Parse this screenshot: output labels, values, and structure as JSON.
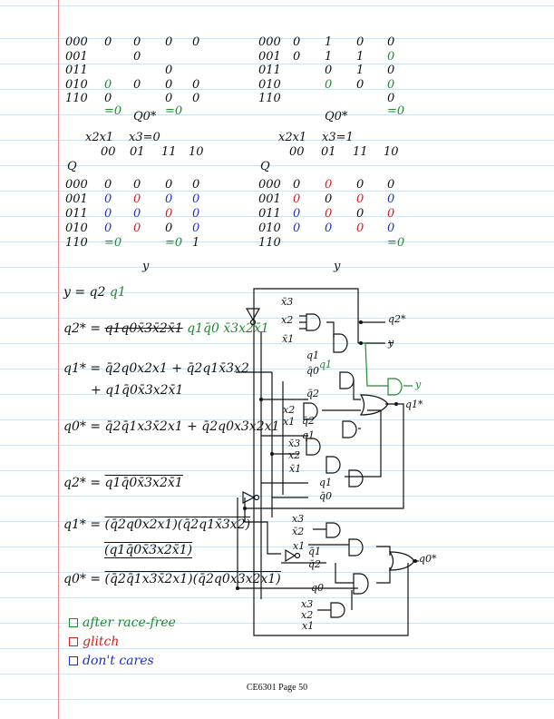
{
  "footer": "CE6301 Page 50",
  "table_left": {
    "rows": [
      "000",
      "001",
      "011",
      "010",
      "110"
    ],
    "cells": [
      [
        "0",
        "0",
        "0",
        "0"
      ],
      [
        "",
        "0",
        "",
        ""
      ],
      [
        "",
        "",
        "0",
        ""
      ],
      [
        "0",
        "0",
        "0",
        "0"
      ],
      [
        "0",
        "",
        "0",
        "0"
      ]
    ],
    "colors": [
      [
        "k",
        "k",
        "k",
        "k"
      ],
      [
        "k",
        "k",
        "k",
        "k"
      ],
      [
        "k",
        "k",
        "k",
        "k"
      ],
      [
        "g",
        "k",
        "k",
        "k"
      ],
      [
        "k",
        "k",
        "k",
        "k"
      ]
    ],
    "below": [
      "=0",
      "",
      "=0",
      ""
    ],
    "label": "Q0*"
  },
  "table_right": {
    "rows": [
      "000",
      "001",
      "011",
      "010",
      "110"
    ],
    "cells": [
      [
        "0",
        "1",
        "0",
        "0"
      ],
      [
        "0",
        "1",
        "1",
        "0"
      ],
      [
        "",
        "0",
        "1",
        "0"
      ],
      [
        "",
        "0",
        "0",
        "0"
      ],
      [
        "",
        "",
        "",
        "0"
      ]
    ],
    "colors": [
      [
        "k",
        "k",
        "k",
        "k"
      ],
      [
        "k",
        "k",
        "k",
        "g"
      ],
      [
        "k",
        "k",
        "k",
        "k"
      ],
      [
        "k",
        "g",
        "k",
        "g"
      ],
      [
        "k",
        "k",
        "k",
        "k"
      ]
    ],
    "below": [
      "",
      "",
      "",
      "=0"
    ],
    "label": "Q0*"
  },
  "kmap_left": {
    "vars": "x2x1",
    "cond": "x3=0",
    "q": "Q",
    "cols": [
      "00",
      "01",
      "11",
      "10"
    ],
    "rows": [
      "000",
      "001",
      "011",
      "010",
      "110"
    ],
    "cells": [
      [
        "0",
        "0",
        "0",
        "0"
      ],
      [
        "0",
        "0",
        "0",
        "0"
      ],
      [
        "0",
        "0",
        "0",
        "0"
      ],
      [
        "0",
        "0",
        "0",
        "0"
      ],
      [
        "=0",
        "",
        "=0",
        "1"
      ]
    ],
    "colors": [
      [
        "k",
        "k",
        "k",
        "k"
      ],
      [
        "b",
        "r",
        "b",
        "b"
      ],
      [
        "b",
        "b",
        "r",
        "b"
      ],
      [
        "b",
        "r",
        "k",
        "b"
      ],
      [
        "g",
        "k",
        "g",
        "k"
      ]
    ],
    "output": "y"
  },
  "kmap_right": {
    "vars": "x2x1",
    "cond": "x3=1",
    "q": "Q",
    "cols": [
      "00",
      "01",
      "11",
      "10"
    ],
    "rows": [
      "000",
      "001",
      "011",
      "010",
      "110"
    ],
    "cells": [
      [
        "0",
        "0",
        "0",
        "0"
      ],
      [
        "0",
        "0",
        "0",
        "0"
      ],
      [
        "0",
        "0",
        "0",
        "0"
      ],
      [
        "0",
        "0",
        "0",
        "0"
      ],
      [
        "",
        "",
        "",
        "=0"
      ]
    ],
    "colors": [
      [
        "k",
        "r",
        "k",
        "k"
      ],
      [
        "r",
        "k",
        "r",
        "b"
      ],
      [
        "b",
        "r",
        "k",
        "r"
      ],
      [
        "b",
        "b",
        "r",
        "b"
      ],
      [
        "k",
        "k",
        "k",
        "g"
      ]
    ],
    "output": "y"
  },
  "equations": {
    "y": [
      {
        "t": "y = q2 ",
        "c": "k"
      },
      {
        "t": "q1",
        "c": "g"
      }
    ],
    "q2": [
      {
        "t": "q2* = ",
        "c": "k"
      },
      {
        "t": "q1q0x̄3x̄2x̄1",
        "c": "k",
        "s": true
      },
      {
        "t": " q1q̄0 x̄3x2x̄1",
        "c": "g"
      }
    ],
    "q1_a": [
      {
        "t": "q1* = q̄2q0x2x1 + q̄2q1x̄3x2",
        "c": "k"
      }
    ],
    "q1_b": [
      {
        "t": "+ q1q̄0x̄3x2x̄1",
        "c": "k"
      }
    ],
    "q0": [
      {
        "t": "q0* = q̄2q̄1x3x̄2x1 + q̄2q0x3x2x1",
        "c": "k"
      }
    ],
    "q2_nand_lhs": "q2* =",
    "q2_nand": "q1q̄0x̄3x2x̄1",
    "q1_nand_lhs": "q1* =",
    "q1_nand_1": "(q̄2q0x2x1)",
    "q1_nand_2": "(q̄2q1x̄3x2)",
    "q1_nand_3": "(q1q̄0x̄3x2x̄1)",
    "q0_nand_lhs": "q0* =",
    "q0_nand_1": "(q̄2q̄1x3x̄2x1)",
    "q0_nand_2": "(q̄2q0x3x2x1)"
  },
  "legend": [
    {
      "label": "after race-free",
      "color": "#1e8a2e"
    },
    {
      "label": "glitch",
      "color": "#d21f1f"
    },
    {
      "label": "don't cares",
      "color": "#2130c8"
    }
  ],
  "circuit": {
    "labels": [
      "x̄3",
      "x2",
      "x̄1",
      "q2*",
      "y",
      "q1",
      "q̄0",
      "q̄2",
      "x2",
      "x1",
      "q1*",
      "q̄2",
      "q1",
      "x̄3",
      "x2",
      "x̄1",
      "q1",
      "q̄0",
      "x3",
      "x̄2",
      "x1",
      "q̄1",
      "q̄2",
      "q0*",
      "q0",
      "x3",
      "x2",
      "x1"
    ],
    "green_labels": [
      "q1",
      "y"
    ]
  }
}
